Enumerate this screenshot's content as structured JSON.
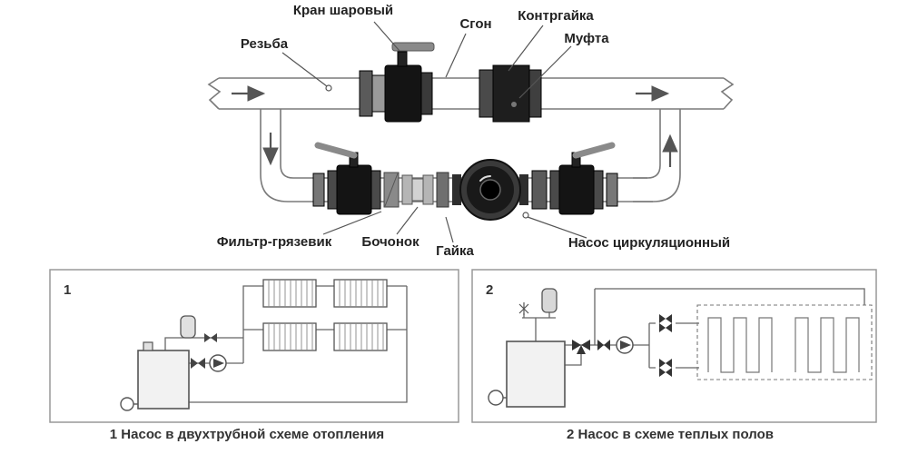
{
  "parts": {
    "ball_valve": "Кран шаровый",
    "union_nipple": "Сгон",
    "locknut": "Контргайка",
    "coupling": "Муфта",
    "thread": "Резьба",
    "strainer": "Фильтр-грязевик",
    "barrel_nipple": "Бочонок",
    "nut": "Гайка",
    "circulation_pump": "Насос циркуляционный"
  },
  "schemes": [
    {
      "number": "1",
      "caption": "1 Насос в двухтрубной схеме отопления"
    },
    {
      "number": "2",
      "caption": "2 Насос в схеме теплых полов"
    }
  ],
  "colors": {
    "valve_body": "#141414",
    "pipe_stroke": "#7a7a7a",
    "arrow": "#555555",
    "label_text": "#222222"
  }
}
